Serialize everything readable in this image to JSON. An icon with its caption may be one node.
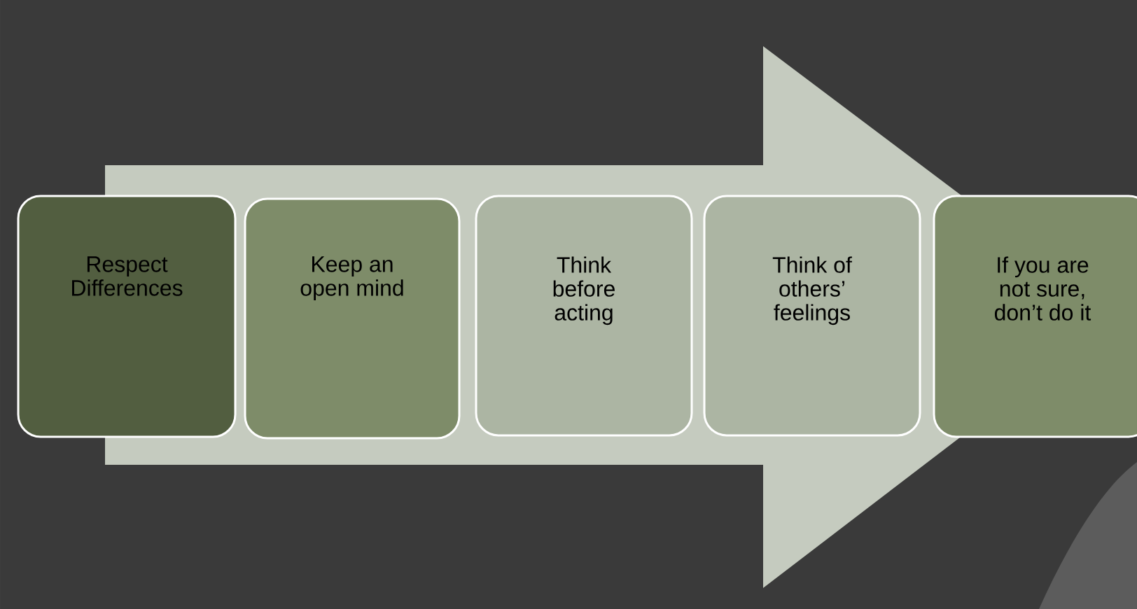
{
  "diagram": {
    "nodes": [
      {
        "text": [
          "Respect Differences"
        ]
      },
      {
        "text": [
          "Keep an open mind"
        ]
      },
      {
        "text": [
          "Think before acting"
        ]
      },
      {
        "text": [
          "Think of others’ feelings"
        ]
      },
      {
        "text": [
          "If you are not sure, don’t do it"
        ]
      }
    ],
    "edges": [
      {
        "from": 0,
        "to": 4,
        "arrow": "to"
      }
    ]
  }
}
